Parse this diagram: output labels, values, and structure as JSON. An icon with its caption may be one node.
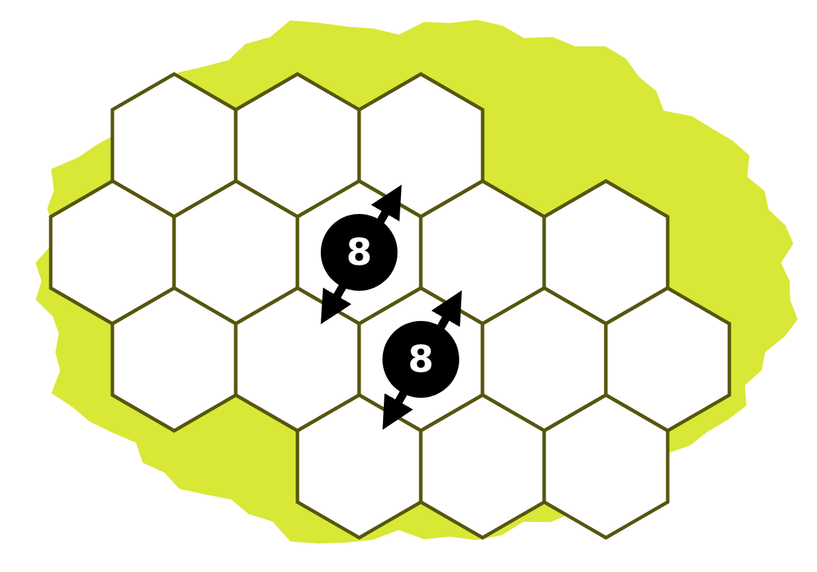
{
  "diagram": {
    "nodes": [
      {
        "text": [],
        "shape": "hexagon"
      },
      {
        "text": [],
        "shape": "hexagon"
      },
      {
        "text": [],
        "shape": "hexagon"
      },
      {
        "text": [],
        "shape": "hexagon"
      },
      {
        "text": [],
        "shape": "hexagon"
      },
      {
        "text": [],
        "shape": "hexagon"
      },
      {
        "text": [],
        "shape": "hexagon"
      },
      {
        "text": [],
        "shape": "hexagon"
      },
      {
        "text": [],
        "shape": "hexagon"
      },
      {
        "text": [],
        "shape": "hexagon"
      },
      {
        "text": [],
        "shape": "hexagon"
      },
      {
        "text": [],
        "shape": "hexagon"
      },
      {
        "text": [],
        "shape": "hexagon"
      },
      {
        "text": [],
        "shape": "hexagon"
      },
      {
        "text": [],
        "shape": "hexagon"
      },
      {
        "text": [],
        "shape": "hexagon"
      },
      {
        "text": [
          "8"
        ],
        "in": 5
      },
      {
        "text": [
          "8"
        ],
        "in": 10
      }
    ]
  }
}
